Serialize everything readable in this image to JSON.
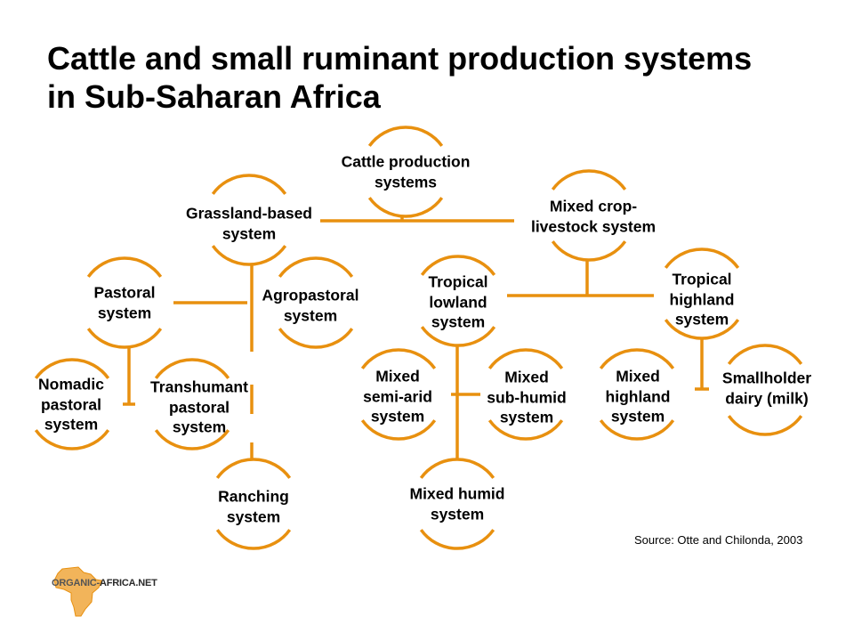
{
  "title": {
    "line1": "Cattle and small ruminant production systems",
    "line2": "in Sub-Saharan Africa"
  },
  "colors": {
    "accent": "#E8900F"
  },
  "nodes": {
    "cattle": [
      "Cattle production",
      "systems"
    ],
    "grassland": [
      "Grassland-based",
      "system"
    ],
    "mixed_crop": [
      "Mixed crop-",
      "livestock system"
    ],
    "pastoral": [
      "Pastoral",
      "system"
    ],
    "agropastoral": [
      "Agropastoral",
      "system"
    ],
    "tropical_lowland": [
      "Tropical",
      "lowland",
      "system"
    ],
    "tropical_highland": [
      "Tropical",
      "highland",
      "system"
    ],
    "nomadic": [
      "Nomadic",
      "pastoral",
      "system"
    ],
    "transhumant": [
      "Transhumant",
      "pastoral",
      "system"
    ],
    "ranching": [
      "Ranching",
      "system"
    ],
    "semi_arid": [
      "Mixed",
      "semi-arid",
      "system"
    ],
    "sub_humid": [
      "Mixed",
      "sub-humid",
      "system"
    ],
    "humid": [
      "Mixed humid",
      "system"
    ],
    "mixed_highland": [
      "Mixed",
      "highland",
      "system"
    ],
    "smallholder": [
      "Smallholder",
      "dairy (milk)"
    ]
  },
  "source": "Source: Otte and Chilonda, 2003",
  "logo": {
    "text_a": "ORGANIC-",
    "text_b": "AFRICA.NET"
  }
}
